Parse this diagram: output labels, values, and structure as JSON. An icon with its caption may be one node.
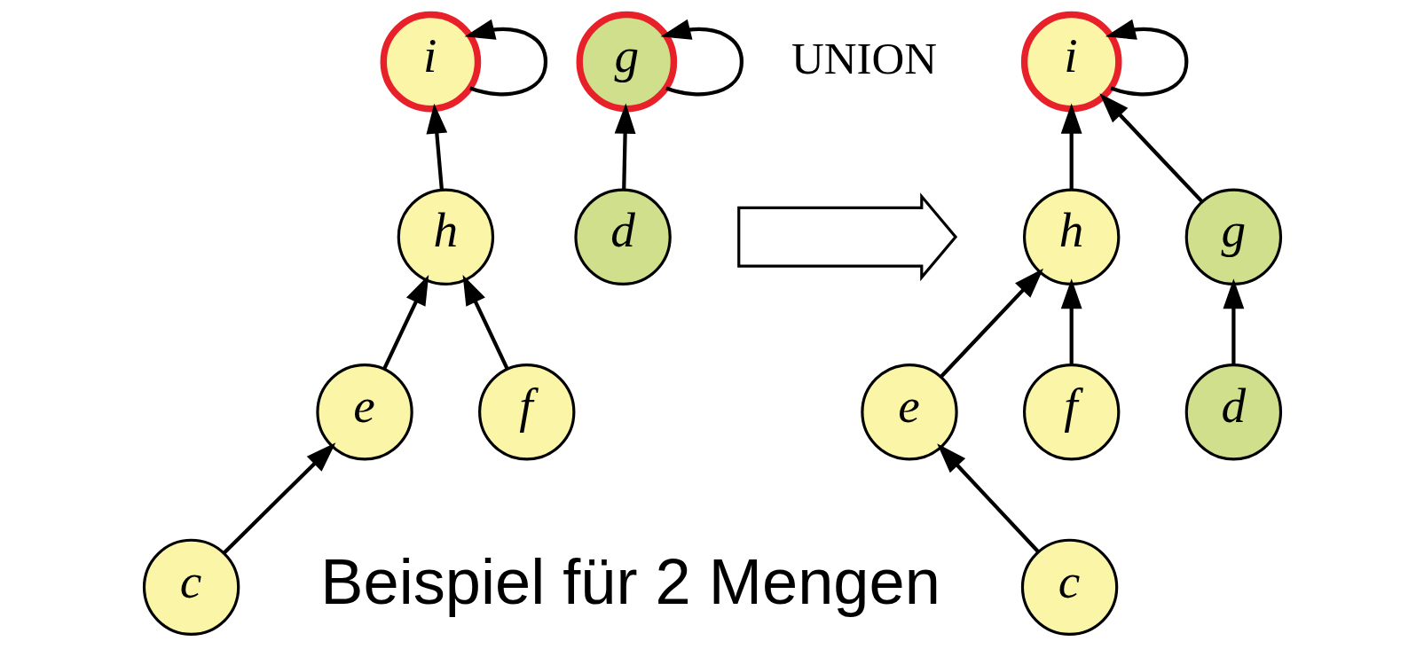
{
  "diagram": {
    "nodes": [
      {
        "text": [
          "i"
        ]
      },
      {
        "text": [
          "g"
        ]
      },
      {
        "text": [
          "h"
        ]
      },
      {
        "text": [
          "d"
        ]
      },
      {
        "text": [
          "e"
        ]
      },
      {
        "text": [
          "f"
        ]
      },
      {
        "text": [
          "c"
        ]
      },
      {
        "text": [
          "i"
        ]
      },
      {
        "text": [
          "h"
        ]
      },
      {
        "text": [
          "g"
        ]
      },
      {
        "text": [
          "e"
        ]
      },
      {
        "text": [
          "f"
        ]
      },
      {
        "text": [
          "d"
        ]
      },
      {
        "text": [
          "c"
        ]
      },
      {
        "text": [],
        "shape": "rarrow",
        "beside": [
          "UNION"
        ]
      }
    ],
    "edges": [
      {
        "from": 0,
        "to": 0,
        "arrow": "to"
      },
      {
        "from": 1,
        "to": 1,
        "arrow": "to"
      },
      {
        "from": 2,
        "to": 0,
        "arrow": "to"
      },
      {
        "from": 3,
        "to": 1,
        "arrow": "to"
      },
      {
        "from": 4,
        "to": 2,
        "arrow": "to"
      },
      {
        "from": 5,
        "to": 2,
        "arrow": "to"
      },
      {
        "from": 6,
        "to": 4,
        "arrow": "to"
      },
      {
        "from": 7,
        "to": 7,
        "arrow": "to"
      },
      {
        "from": 8,
        "to": 7,
        "arrow": "to"
      },
      {
        "from": 9,
        "to": 7,
        "arrow": "to"
      },
      {
        "from": 10,
        "to": 8,
        "arrow": "to"
      },
      {
        "from": 11,
        "to": 8,
        "arrow": "to"
      },
      {
        "from": 12,
        "to": 9,
        "arrow": "to"
      },
      {
        "from": 13,
        "to": 10,
        "arrow": "to"
      }
    ],
    "labels": [
      "Beispiel für 2 Mengen"
    ]
  }
}
